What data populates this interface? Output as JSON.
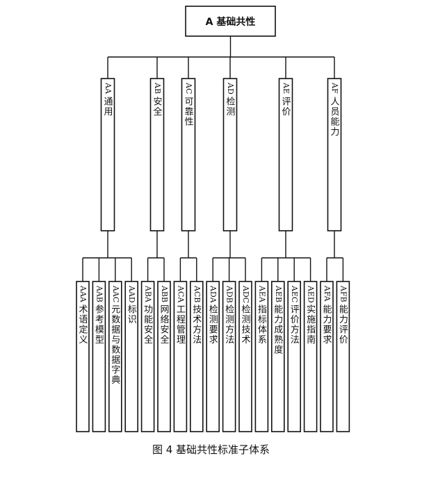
{
  "root": {
    "code": "A",
    "label": "基础共性"
  },
  "categories": [
    {
      "code": "AA",
      "label": "通用",
      "children": [
        {
          "code": "AAA",
          "label": "术语定义"
        },
        {
          "code": "AAB",
          "label": "参考模型"
        },
        {
          "code": "AAC",
          "label": "元数据与数据字典"
        },
        {
          "code": "AAD",
          "label": "标识"
        }
      ]
    },
    {
      "code": "AB",
      "label": "安全",
      "children": [
        {
          "code": "ABA",
          "label": "功能安全"
        },
        {
          "code": "ABB",
          "label": "网络安全"
        }
      ]
    },
    {
      "code": "AC",
      "label": "可靠性",
      "children": [
        {
          "code": "ACA",
          "label": "工程管理"
        },
        {
          "code": "ACB",
          "label": "技术方法"
        }
      ]
    },
    {
      "code": "AD",
      "label": "检测",
      "children": [
        {
          "code": "ADA",
          "label": "检测要求"
        },
        {
          "code": "ADB",
          "label": "检测方法"
        },
        {
          "code": "ADC",
          "label": "检测技术"
        }
      ]
    },
    {
      "code": "AE",
      "label": "评价",
      "children": [
        {
          "code": "AEA",
          "label": "指标体系"
        },
        {
          "code": "AEB",
          "label": "能力成熟度"
        },
        {
          "code": "AEC",
          "label": "评价方法"
        },
        {
          "code": "AED",
          "label": "实施指南"
        }
      ]
    },
    {
      "code": "AF",
      "label": "人员能力",
      "children": [
        {
          "code": "AFA",
          "label": "能力要求"
        },
        {
          "code": "AFB",
          "label": "能力评价"
        }
      ]
    }
  ],
  "caption": "图 4  基础共性标准子体系"
}
